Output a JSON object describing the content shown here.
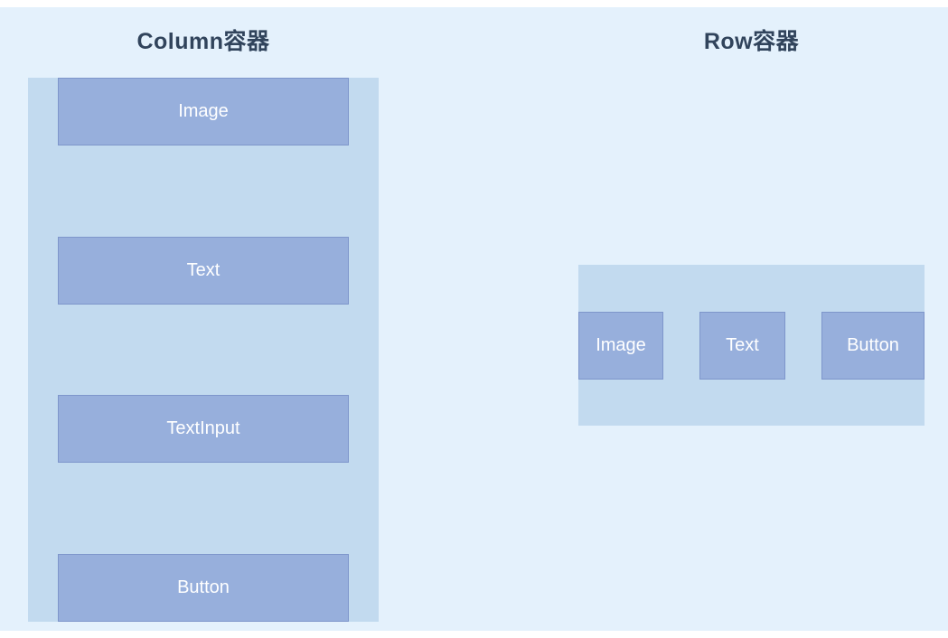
{
  "column_section": {
    "title": "Column容器",
    "items": [
      {
        "label": "Image"
      },
      {
        "label": "Text"
      },
      {
        "label": "TextInput"
      },
      {
        "label": "Button"
      }
    ]
  },
  "row_section": {
    "title": "Row容器",
    "items": [
      {
        "label": "Image"
      },
      {
        "label": "Text"
      },
      {
        "label": "Button"
      }
    ]
  },
  "colors": {
    "page_background": "#E4F1FC",
    "container_background": "#C2DAEF",
    "box_background": "#97AFDC",
    "box_border": "#7E96CB",
    "title_text": "#31445C",
    "box_text": "#FFFFFF"
  }
}
